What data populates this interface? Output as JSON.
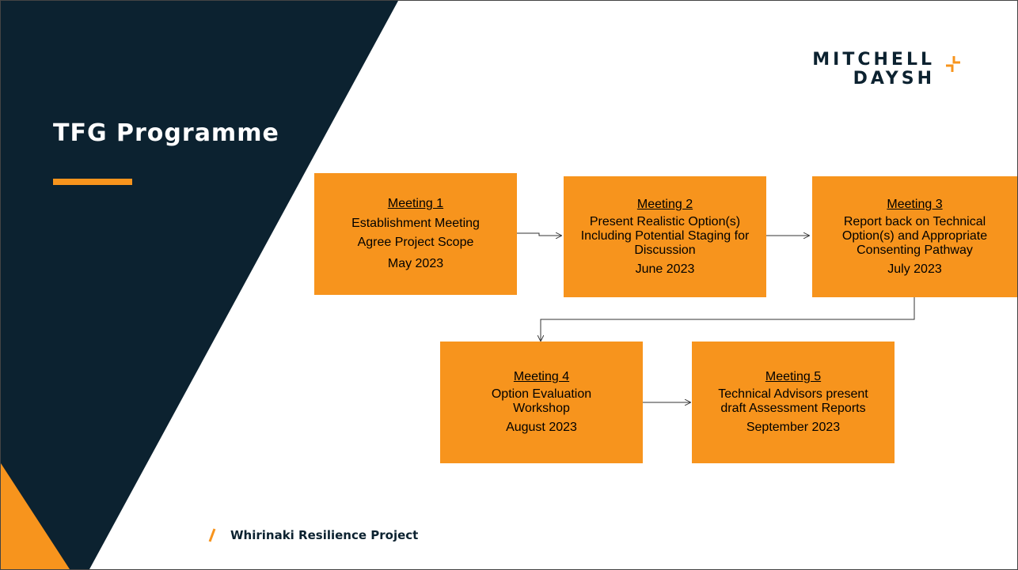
{
  "slide": {
    "title": "TFG Programme",
    "logo": {
      "line1": "MITCHELL",
      "line2": "DAYSH"
    },
    "footer": "Whirinaki Resilience Project"
  },
  "colors": {
    "dark": "#0c2230",
    "accent": "#f7941d",
    "background": "#ffffff"
  },
  "meetings": [
    {
      "heading": "Meeting 1",
      "description": "Establishment Meeting\nAgree Project Scope",
      "date": "May 2023"
    },
    {
      "heading": "Meeting 2",
      "description": "Present Realistic Option(s) Including Potential Staging for Discussion",
      "date": "June 2023"
    },
    {
      "heading": "Meeting 3",
      "description": "Report back on Technical Option(s) and Appropriate Consenting Pathway",
      "date": "July 2023"
    },
    {
      "heading": "Meeting 4",
      "description": "Option Evaluation Workshop",
      "date": "August 2023"
    },
    {
      "heading": "Meeting 5",
      "description": "Technical Advisors present draft Assessment Reports",
      "date": "September 2023"
    }
  ]
}
